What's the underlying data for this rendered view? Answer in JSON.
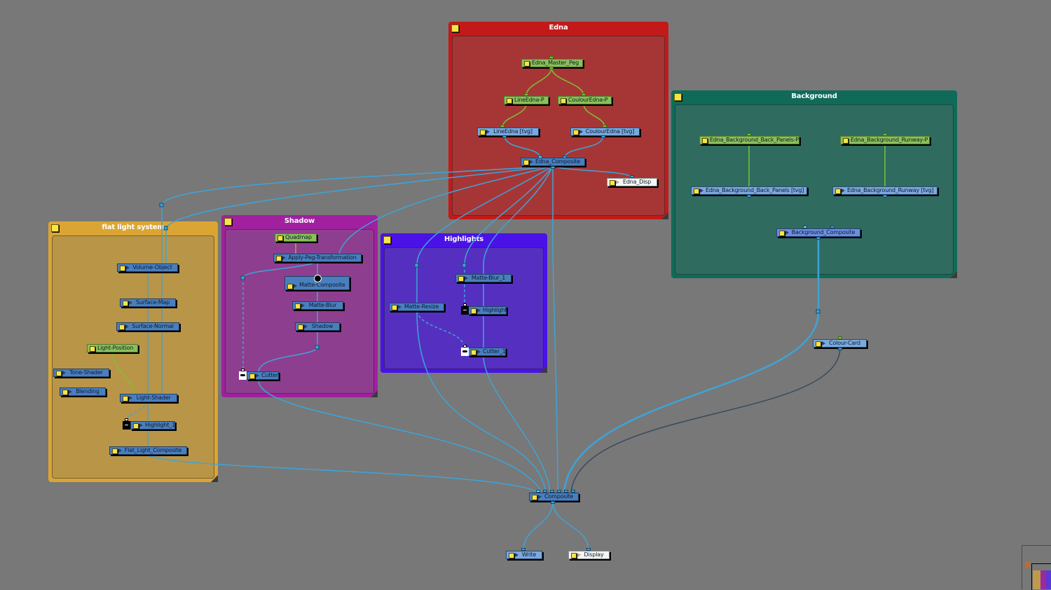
{
  "app": "Node View",
  "colors": {
    "canvas": "#787878",
    "wire_image": "#3da4d8",
    "wire_peg": "#7dc232",
    "wire_dark": "#3a4a5e"
  },
  "backdrops": [
    {
      "id": "edna",
      "title": "Edna",
      "color": "#c21a1a",
      "inner": "#a63636"
    },
    {
      "id": "background",
      "title": "Background",
      "color": "#0f6b58",
      "inner": "#2f6b5f"
    },
    {
      "id": "flat-light",
      "title": "flat light system",
      "color": "#dba534",
      "inner": "#b99548"
    },
    {
      "id": "shadow",
      "title": "Shadow",
      "color": "#a020a0",
      "inner": "#8e3e8e"
    },
    {
      "id": "highlights",
      "title": "Highlights",
      "color": "#4a12e6",
      "inner": "#5530c0"
    }
  ],
  "nodes": [
    {
      "id": "edna_master_peg",
      "label": "Edna_Master_Peg",
      "type": "peg"
    },
    {
      "id": "lineedna_p",
      "label": "LineEdna-P",
      "type": "peg"
    },
    {
      "id": "colouredna_p",
      "label": "CoulourEdna-P",
      "type": "peg"
    },
    {
      "id": "lineedna",
      "label": "LineEdna  [tvg]",
      "type": "drawing"
    },
    {
      "id": "colouredna",
      "label": "CoulourEdna  [tvg]",
      "type": "drawing"
    },
    {
      "id": "edna_composite",
      "label": "Edna_Composite",
      "type": "composite"
    },
    {
      "id": "edna_disp",
      "label": "Edna_Disp",
      "type": "display"
    },
    {
      "id": "bg_back_panels_p",
      "label": "Edna_Background_Back_Panels-P",
      "type": "peg"
    },
    {
      "id": "bg_runway_p",
      "label": "Edna_Background_Runway-P",
      "type": "peg"
    },
    {
      "id": "bg_back_panels",
      "label": "Edna_Background_Back_Panels  [tvg]",
      "type": "drawing"
    },
    {
      "id": "bg_runway",
      "label": "Edna_Background_Runway  [tvg]",
      "type": "drawing"
    },
    {
      "id": "bg_composite",
      "label": "Background_Composite",
      "type": "composite"
    },
    {
      "id": "colour_card",
      "label": "Colour-Card",
      "type": "drawing"
    },
    {
      "id": "volume_object",
      "label": "Volume-Object",
      "type": "effect"
    },
    {
      "id": "surface_map",
      "label": "Surface-Map",
      "type": "effect"
    },
    {
      "id": "surface_normal",
      "label": "Surface-Normal",
      "type": "effect"
    },
    {
      "id": "light_position",
      "label": "Light-Position",
      "type": "peg"
    },
    {
      "id": "tone_shader",
      "label": "Tone-Shader",
      "type": "effect"
    },
    {
      "id": "blending",
      "label": "Blending",
      "type": "effect"
    },
    {
      "id": "light_shader",
      "label": "Light-Shader",
      "type": "effect"
    },
    {
      "id": "highlight_1",
      "label": "Highlight_1",
      "type": "effect"
    },
    {
      "id": "flat_light_composite",
      "label": "Flat_Light_Composite",
      "type": "composite"
    },
    {
      "id": "quadmap",
      "label": "Quadmap",
      "type": "peg"
    },
    {
      "id": "apply_peg",
      "label": "Apply-Peg-Transformation",
      "type": "effect"
    },
    {
      "id": "matte_composite",
      "label": "Matte-Composite",
      "type": "effect"
    },
    {
      "id": "matte_blur",
      "label": "Matte-Blur",
      "type": "effect"
    },
    {
      "id": "shadow_node",
      "label": "Shadow",
      "type": "effect"
    },
    {
      "id": "cutter",
      "label": "Cutter",
      "type": "effect"
    },
    {
      "id": "matte_blur_1",
      "label": "Matte-Blur_1",
      "type": "effect"
    },
    {
      "id": "matte_resize",
      "label": "Matte-Resize",
      "type": "effect"
    },
    {
      "id": "highlight",
      "label": "Highlight",
      "type": "effect"
    },
    {
      "id": "cutter_1",
      "label": "Cutter_1",
      "type": "effect"
    },
    {
      "id": "composite",
      "label": "Composite",
      "type": "composite"
    },
    {
      "id": "write",
      "label": "Write",
      "type": "write"
    },
    {
      "id": "display",
      "label": "Display",
      "type": "display"
    }
  ]
}
